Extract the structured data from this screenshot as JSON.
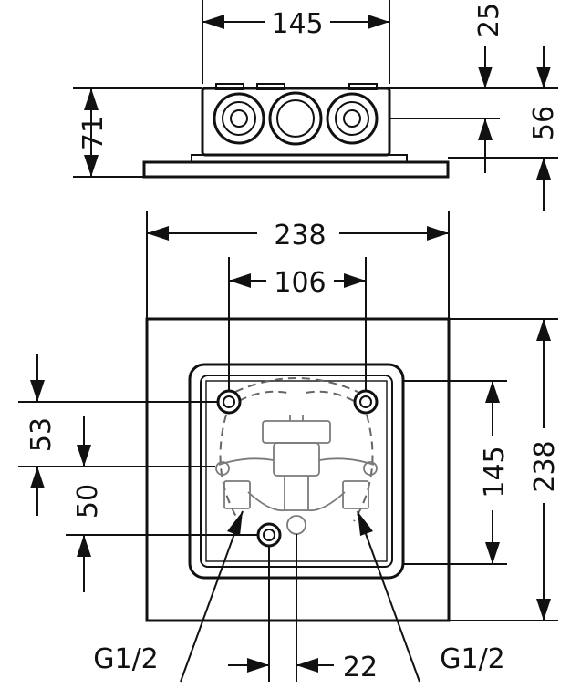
{
  "top_view": {
    "width_dim": "145",
    "total_height_dim": "71",
    "top_offset_dim": "25",
    "depth_dim": "56"
  },
  "front_view": {
    "outer_width_dim": "238",
    "outer_height_dim": "238",
    "bolt_spacing_dim": "106",
    "inner_height_dim": "145",
    "upper_offset_dim": "53",
    "lower_offset_dim": "50",
    "outlet_offset_dim": "22",
    "left_thread_label": "G1/2",
    "right_thread_label": "G1/2"
  }
}
